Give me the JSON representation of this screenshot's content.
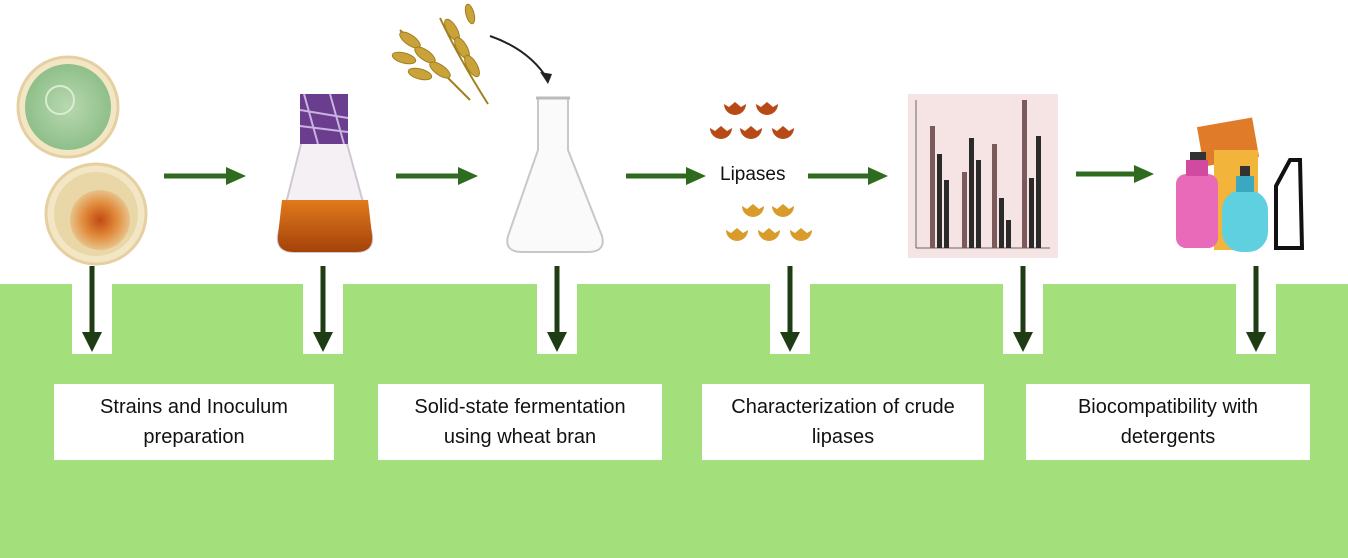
{
  "colors": {
    "panel_green": "#a3e07c",
    "arrow_green": "#2e6b1e",
    "arrow_dark": "#1f3d14"
  },
  "steps": [
    {
      "label": "Strains and Inoculum preparation"
    },
    {
      "label": "Solid-state fermentation using wheat bran"
    },
    {
      "label": "Characterization of crude lipases"
    },
    {
      "label": "Biocompatibility with detergents"
    }
  ],
  "images": {
    "lipases_label": "Lipases"
  },
  "icons": [
    "petri-dish-icon",
    "flask-culture-icon",
    "wheat-icon",
    "empty-flask-icon",
    "lipase-molecule-icon",
    "bar-chart-icon",
    "detergent-bottles-icon"
  ]
}
